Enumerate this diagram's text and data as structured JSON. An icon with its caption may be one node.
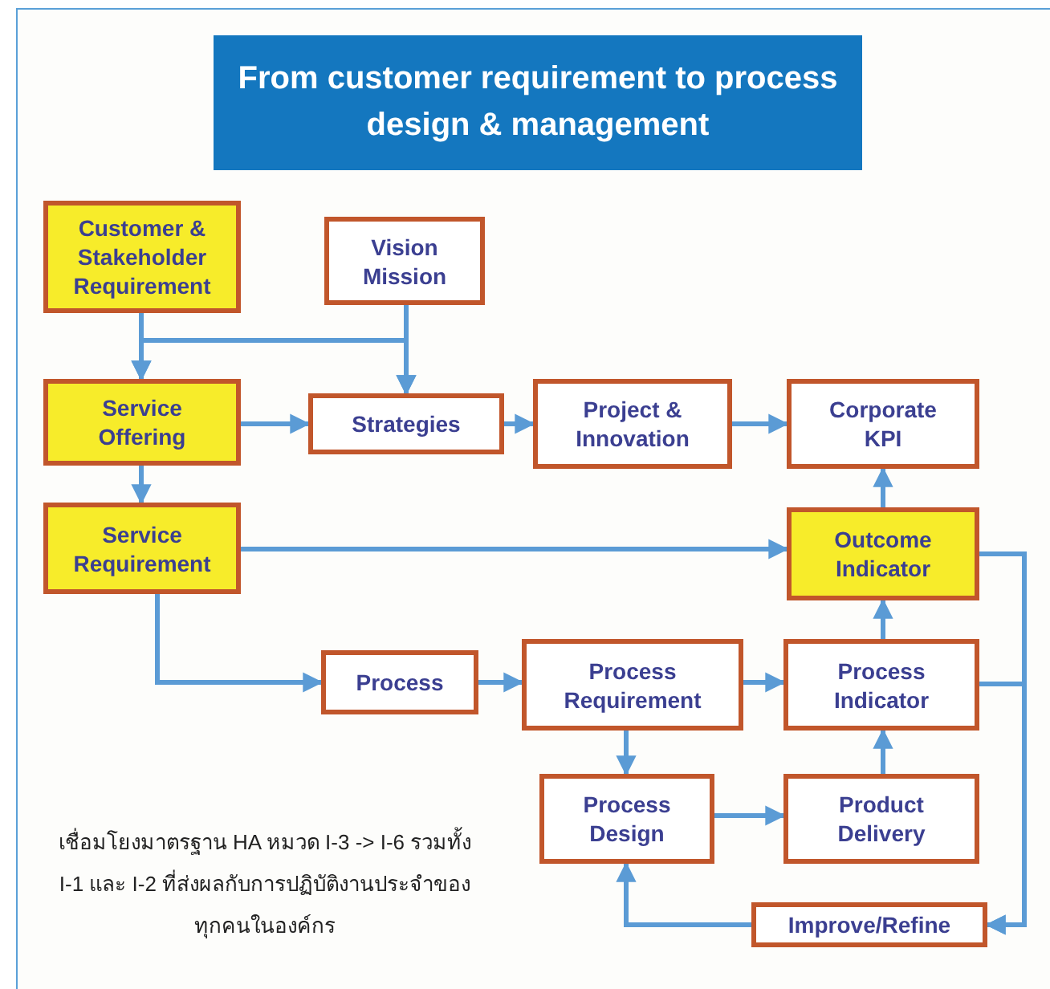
{
  "diagram": {
    "title": "From customer requirement to process design & management",
    "nodes": [
      {
        "text": [
          "Customer & Stakeholder Requirement"
        ]
      },
      {
        "text": [
          "Vision Mission"
        ]
      },
      {
        "text": [
          "Service Offering"
        ]
      },
      {
        "text": [
          "Strategies"
        ]
      },
      {
        "text": [
          "Project & Innovation"
        ]
      },
      {
        "text": [
          "Corporate KPI"
        ]
      },
      {
        "text": [
          "Service Requirement"
        ]
      },
      {
        "text": [
          "Outcome Indicator"
        ]
      },
      {
        "text": [
          "Process"
        ]
      },
      {
        "text": [
          "Process Requirement"
        ]
      },
      {
        "text": [
          "Process Indicator"
        ]
      },
      {
        "text": [
          "Process Design"
        ]
      },
      {
        "text": [
          "Product Delivery"
        ]
      },
      {
        "text": [
          "Improve/Refine"
        ]
      }
    ],
    "edges": [
      {
        "from": 0,
        "to": 2,
        "arrow": "to"
      },
      {
        "from": 0,
        "to": 3,
        "arrow": "to"
      },
      {
        "from": 1,
        "to": 2,
        "arrow": "to"
      },
      {
        "from": 1,
        "to": 3,
        "arrow": "to"
      },
      {
        "from": 2,
        "to": 3,
        "arrow": "to"
      },
      {
        "from": 3,
        "to": 4,
        "arrow": "to"
      },
      {
        "from": 4,
        "to": 5,
        "arrow": "to"
      },
      {
        "from": 2,
        "to": 6,
        "arrow": "to"
      },
      {
        "from": 6,
        "to": 7,
        "arrow": "to"
      },
      {
        "from": 7,
        "to": 5,
        "arrow": "to"
      },
      {
        "from": 6,
        "to": 8,
        "arrow": "to"
      },
      {
        "from": 8,
        "to": 9,
        "arrow": "to"
      },
      {
        "from": 9,
        "to": 10,
        "arrow": "to"
      },
      {
        "from": 10,
        "to": 7,
        "arrow": "to"
      },
      {
        "from": 9,
        "to": 11,
        "arrow": "to"
      },
      {
        "from": 11,
        "to": 12,
        "arrow": "to"
      },
      {
        "from": 12,
        "to": 10,
        "arrow": "to"
      },
      {
        "from": 7,
        "to": 13,
        "arrow": "to"
      },
      {
        "from": 10,
        "to": 13,
        "arrow": "to"
      },
      {
        "from": 13,
        "to": 11,
        "arrow": "to"
      }
    ],
    "labels": [
      "เชื่อมโยงมาตรฐาน HA หมวด I-3 -> I-6 รวมทั้ง I-1 และ I-2 ที่ส่งผลกับการปฏิบัติงานประจำของทุกคนในองค์กร"
    ]
  }
}
